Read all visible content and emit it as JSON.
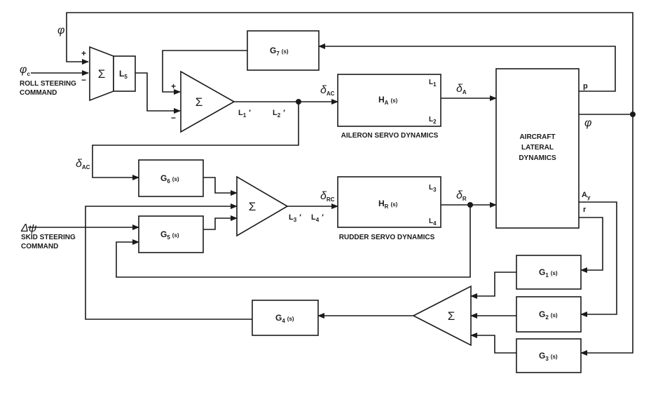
{
  "blocks": {
    "g7": {
      "name": "G",
      "sub": "7",
      "arg": "(s)"
    },
    "g6": {
      "name": "G",
      "sub": "6",
      "arg": "(s)"
    },
    "g5": {
      "name": "G",
      "sub": "5",
      "arg": "(s)"
    },
    "g4": {
      "name": "G",
      "sub": "4",
      "arg": "(s)"
    },
    "g1": {
      "name": "G",
      "sub": "1",
      "arg": "(s)"
    },
    "g2": {
      "name": "G",
      "sub": "2",
      "arg": "(s)"
    },
    "g3": {
      "name": "G",
      "sub": "3",
      "arg": "(s)"
    },
    "ha": {
      "name": "H",
      "sub": "A",
      "arg": "(s)",
      "caption": "AILERON SERVO DYNAMICS",
      "in_limit": "L",
      "in_limit_sub": "1",
      "out_limit": "L",
      "out_limit_sub": "2"
    },
    "hr": {
      "name": "H",
      "sub": "R",
      "arg": "(s)",
      "caption": "RUDDER SERVO DYNAMICS",
      "in_limit": "L",
      "in_limit_sub": "3",
      "out_limit": "L",
      "out_limit_sub": "4"
    },
    "aircraft": {
      "line1": "AIRCRAFT",
      "line2": "LATERAL",
      "line3": "DYNAMICS"
    },
    "l5": {
      "name": "L",
      "sub": "5"
    }
  },
  "summers": {
    "symbol": "Σ",
    "plus": "+",
    "minus": "−"
  },
  "signals": {
    "phi": "φ",
    "phi_c": "φ",
    "phi_c_sub": "c",
    "roll_cmd_1": "ROLL STEERING",
    "roll_cmd_2": "COMMAND",
    "dpsi": "Δψ",
    "skid_cmd_1": "SKID STEERING",
    "skid_cmd_2": "COMMAND",
    "delta": "δ",
    "ac_sub": "AC",
    "rc_sub": "RC",
    "a_sub": "A",
    "r_sub": "R",
    "p": "p",
    "ay": "A",
    "ay_sub": "y",
    "r": "r",
    "l1p": "L",
    "l1p_sub": "1",
    "l2p": "L",
    "l2p_sub": "2",
    "l3p": "L",
    "l3p_sub": "3",
    "l4p": "L",
    "l4p_sub": "4",
    "prime": "′"
  }
}
